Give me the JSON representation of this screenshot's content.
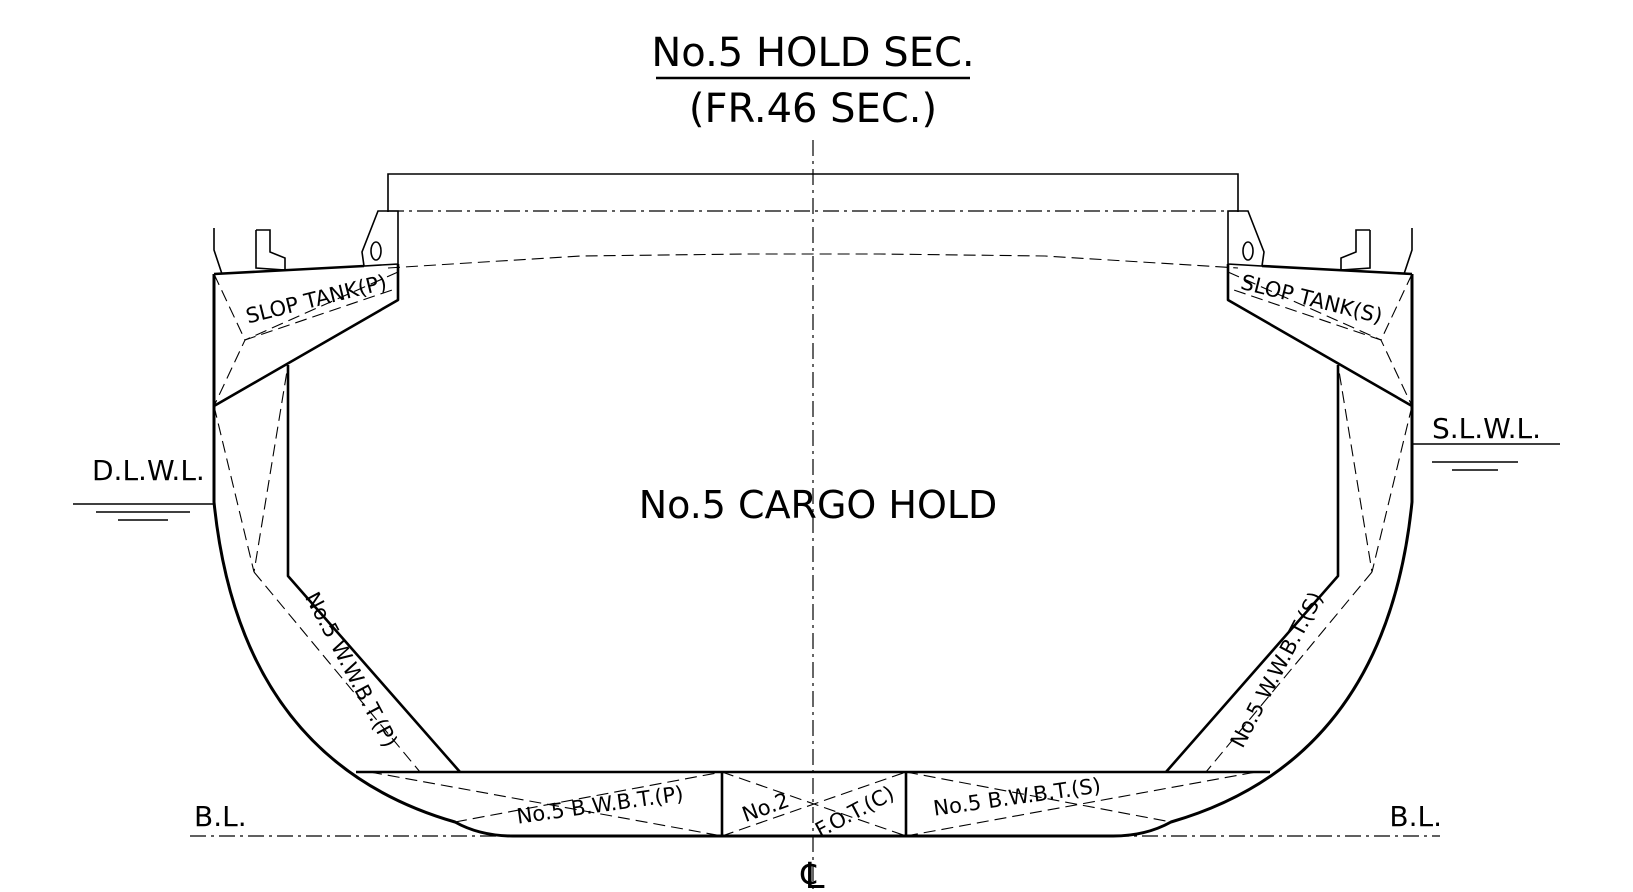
{
  "title": {
    "main": "No.5 HOLD SEC.",
    "sub": "(FR.46 SEC.)"
  },
  "compartments": {
    "cargo_hold": "No.5 CARGO HOLD",
    "slop_tank_p": "SLOP TANK(P)",
    "slop_tank_s": "SLOP TANK(S)",
    "wwbt_p": "No.5 W.W.B.T.(P)",
    "wwbt_s": "No.5 W.W.B.T.(S)",
    "bwbt_p": "No.5 B.W.B.T.(P)",
    "bwbt_s": "No.5 B.W.B.T.(S)",
    "fot_no": "No.2",
    "fot_c": "F.O.T.(C)"
  },
  "waterlines": {
    "dlwl": "D.L.W.L.",
    "slwl": "S.L.W.L.",
    "bl_left": "B.L.",
    "bl_right": "B.L."
  },
  "centerline_symbol": "℄",
  "colors": {
    "line": "#000000",
    "background": "#ffffff"
  }
}
